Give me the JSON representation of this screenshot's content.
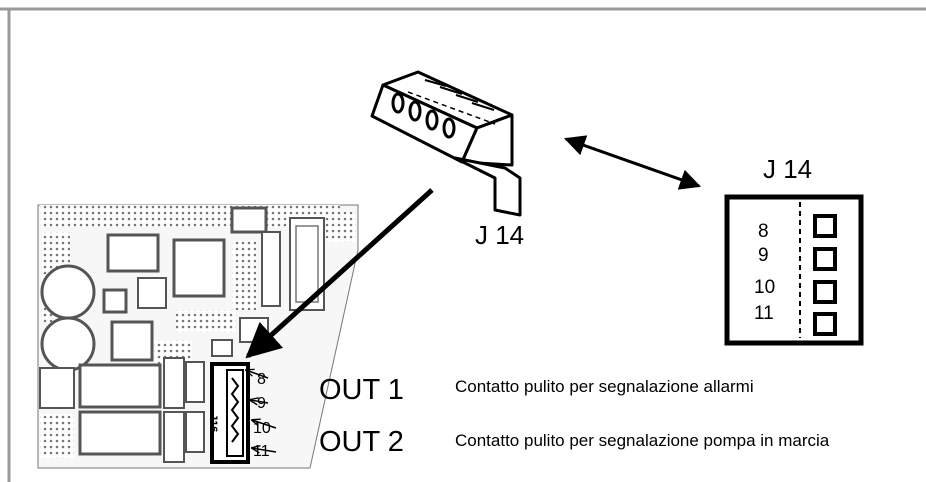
{
  "colors": {
    "ink": "#000000",
    "board": "#6a6a6a",
    "frame": "#9a9a9a"
  },
  "connector_plug": {
    "label": "J 14"
  },
  "connector_pinout": {
    "title": "J 14",
    "pins": [
      "8",
      "9",
      "10",
      "11"
    ]
  },
  "board": {
    "outputs": [
      {
        "pins": [
          "8",
          "9"
        ],
        "label": "OUT 1",
        "description": "Contatto pulito per segnalazione allarmi"
      },
      {
        "pins": [
          "10",
          "11"
        ],
        "label": "OUT 2",
        "description": "Contatto pulito per segnalazione pompa in marcia"
      }
    ],
    "header_text": "J16"
  }
}
